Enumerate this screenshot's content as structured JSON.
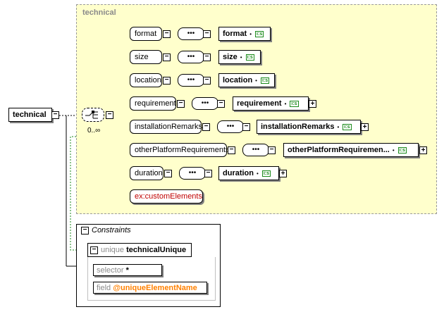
{
  "group": {
    "title": "technical"
  },
  "root": {
    "label": "technical",
    "occurrence": "0..∞"
  },
  "children": [
    {
      "ref": "format",
      "target": "format",
      "has_plus": false
    },
    {
      "ref": "size",
      "target": "size",
      "has_plus": false
    },
    {
      "ref": "location",
      "target": "location",
      "has_plus": false
    },
    {
      "ref": "requirement",
      "target": "requirement",
      "has_plus": true
    },
    {
      "ref": "installationRemarks",
      "target": "installationRemarks",
      "has_plus": true
    },
    {
      "ref": "otherPlatformRequirements",
      "target": "otherPlatformRequiremen...",
      "has_plus": true
    },
    {
      "ref": "duration",
      "target": "duration",
      "has_plus": true
    }
  ],
  "custom": {
    "label": "ex:customElements"
  },
  "badge": "i:s",
  "constraints": {
    "title": "Constraints",
    "unique_kw": "unique",
    "unique_name": "technicalUnique",
    "selector_kw": "selector",
    "selector_val": "*",
    "field_kw": "field",
    "field_val": "@uniqueElementName"
  },
  "colors": {
    "panel": "#ffffcc",
    "badge": "#1a8a1a",
    "custom": "#c00000",
    "field": "#ff8000",
    "dashed_link": "#1a8a1a"
  }
}
